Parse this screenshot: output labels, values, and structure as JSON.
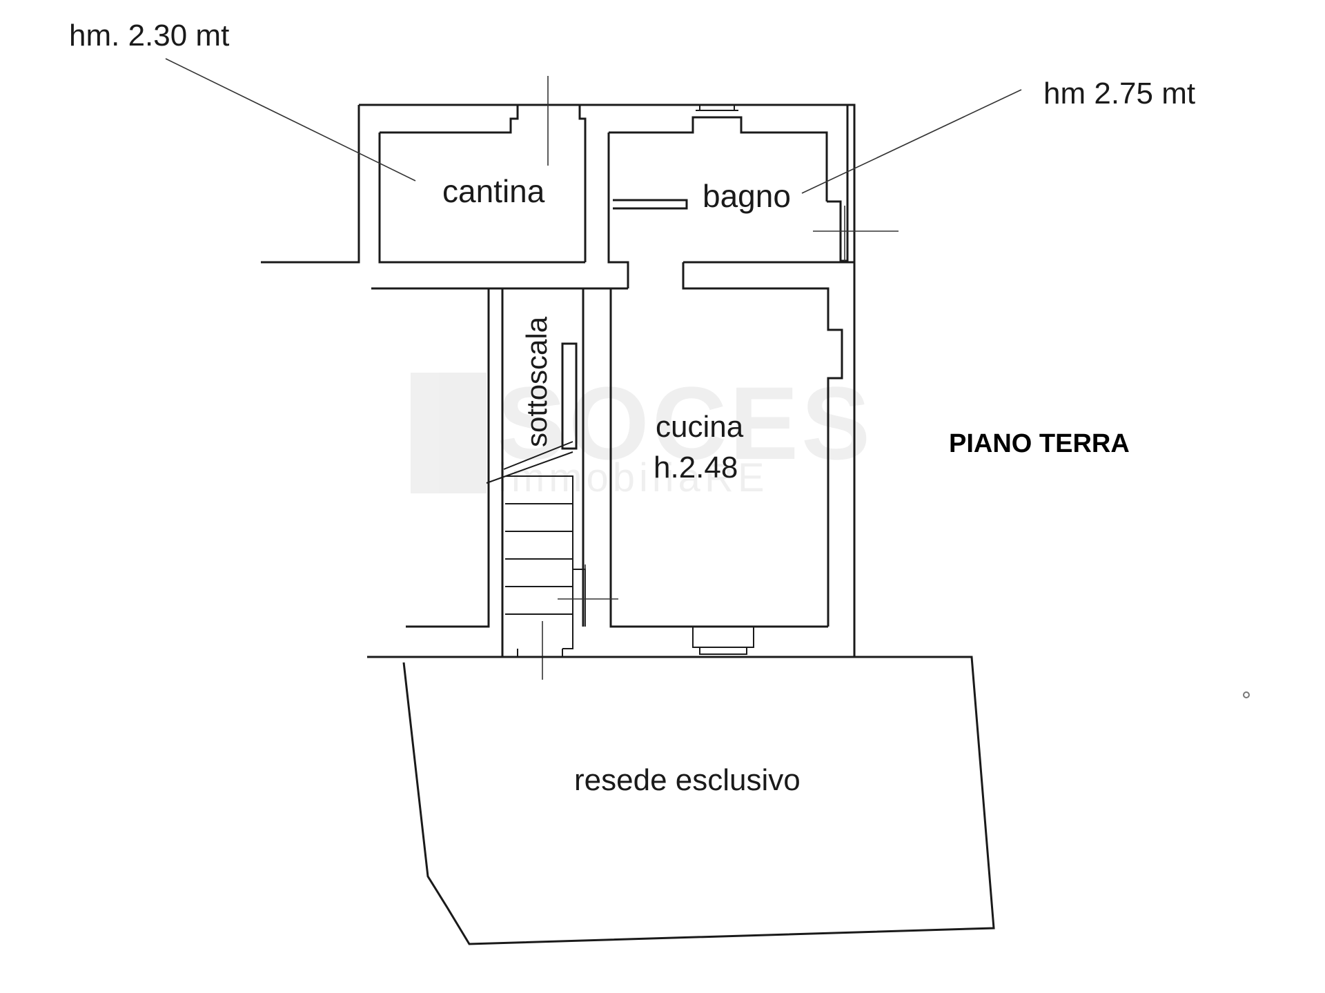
{
  "plan": {
    "floor_title": "PIANO TERRA",
    "rooms": {
      "cantina": "cantina",
      "bagno": "bagno",
      "cucina": "cucina",
      "cucina_height": "h.2.48",
      "sottoscala": "sottoscala",
      "resede": "resede esclusivo"
    },
    "height_notes": {
      "left": "hm. 2.30 mt",
      "right": "hm 2.75 mt"
    },
    "watermark": {
      "main": "SOCES",
      "sub": "immobiliaRE"
    }
  }
}
